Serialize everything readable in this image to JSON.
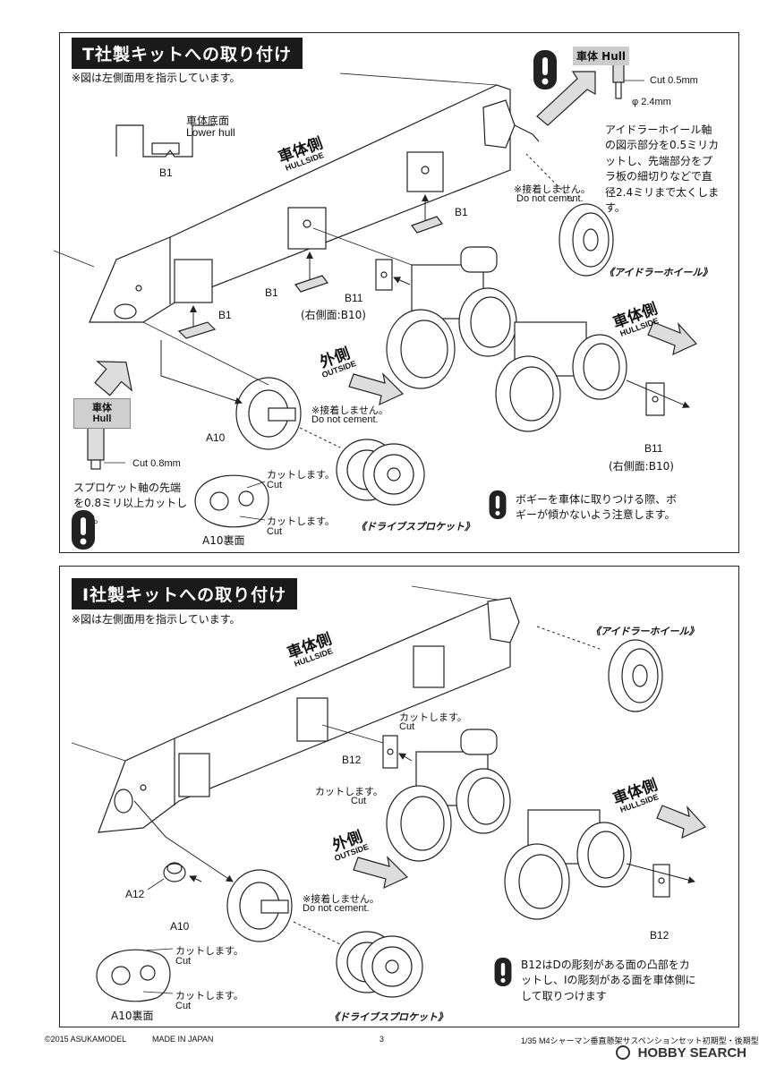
{
  "sectionT": {
    "title": "T社製キットへの取り付け",
    "note": "※図は左側面用を指示しています。",
    "lowerHullJp": "車体底面",
    "lowerHullEn": "Lower hull",
    "b1a": "B1",
    "b1b": "B1",
    "b1c": "B1",
    "b1d": "B1",
    "hullTopJp": "車体 Hull",
    "cut05": "Cut 0.5mm",
    "phi24": "φ 2.4mm",
    "idlerText": "アイドラーホイール軸の図示部分を0.5ミリカットし、先端部分をプラ板の細切りなどで直径2.4ミリまで太くします。",
    "noCement1Jp": "※接着しません。",
    "noCement1En": "Do not cement.",
    "idlerLabel": "《アイドラーホイール》",
    "hullSideJp": "車体側",
    "hullSideEn": "HULLSIDE",
    "b11a": "B11",
    "b11aSub": "(右側面:B10)",
    "outsideJp": "外側",
    "outsideEn": "OUTSIDE",
    "hullSide2Jp": "車体側",
    "hullSide2En": "HULLSIDE",
    "hullBoxJp": "車体",
    "hullBoxEn": "Hull",
    "noCement2Jp": "※接着しません。",
    "noCement2En": "Do not cement.",
    "a10": "A10",
    "cut08": "Cut 0.8mm",
    "sprocketText": "スプロケット軸の先端を0.8ミリ以上カットします。",
    "cutJp1": "カットします。",
    "cutEn1": "Cut",
    "cutJp2": "カットします。",
    "cutEn2": "Cut",
    "a10back": "A10裏面",
    "sprocketLabel": "《ドライブスプロケット》",
    "b11b": "B11",
    "b11bSub": "(右側面:B10)",
    "bogieWarning": "ボギーを車体に取りつける際、ボギーが傾かないよう注意します。"
  },
  "sectionI": {
    "title": "I社製キットへの取り付け",
    "note": "※図は左側面用を指示しています。",
    "hullSideJp": "車体側",
    "hullSideEn": "HULLSIDE",
    "idlerLabel": "《アイドラーホイール》",
    "cutJpTop": "カットします。",
    "cutEnTop": "Cut",
    "b12a": "B12",
    "cutJpMid": "カットします。",
    "cutEnMid": "Cut",
    "outsideJp": "外側",
    "outsideEn": "OUTSIDE",
    "hullSide2Jp": "車体側",
    "hullSide2En": "HULLSIDE",
    "a12": "A12",
    "noCementJp": "※接着しません。",
    "noCementEn": "Do not cement.",
    "a10": "A10",
    "cutJp1": "カットします。",
    "cutEn1": "Cut",
    "cutJp2": "カットします。",
    "cutEn2": "Cut",
    "a10back": "A10裏面",
    "sprocketLabel": "《ドライブスプロケット》",
    "b12b": "B12",
    "b12Text": "B12はDの彫刻がある面の凸部をカットし、Iの彫刻がある面を車体側にして取りつけます"
  },
  "footer": {
    "copyright": "©2015 ASUKAMODEL",
    "made": "MADE IN JAPAN",
    "page": "3",
    "product": "1/35 M4シャーマン垂直懸架サスペンションセット初期型・後期型"
  },
  "watermark": "HOBBY SEARCH"
}
